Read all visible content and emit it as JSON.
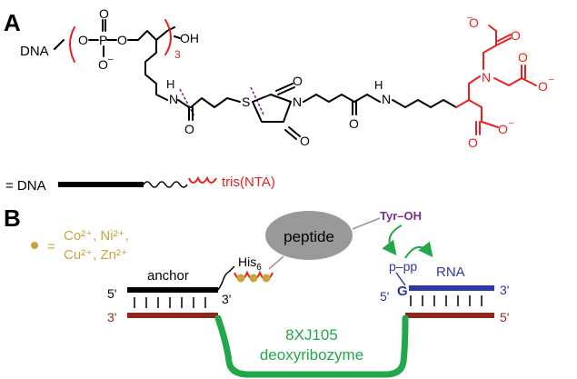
{
  "panel_a": {
    "label": "A",
    "dna": "DNA",
    "o": "O",
    "p": "P",
    "o_minus": "O",
    "minus": "–",
    "oh": "OH",
    "subscript_3": "3",
    "h": "H",
    "n": "N",
    "s": "S",
    "legend_equals_dna": "= DNA",
    "tris_nta": "tris(NTA)"
  },
  "panel_b": {
    "label": "B",
    "metal_legend": {
      "equals": "=",
      "line1": "Co²⁺, Ni²⁺,",
      "line2": "Cu²⁺, Zn²⁺"
    },
    "his_tag": "His",
    "his_subscript": "6",
    "peptide": "peptide",
    "tyr_oh": "Tyr–OH",
    "anchor": "anchor",
    "five_prime": "5'",
    "three_prime": "3'",
    "rna_five_prime": "5'",
    "g_base": "G",
    "p_pp": "p–pp",
    "rna": "RNA",
    "rna_three_prime": "3'",
    "bottom_three_prime": "3'",
    "bottom_five_prime": "5'",
    "enzyme_name": "8XJ105",
    "enzyme_type": "deoxyribozyme"
  },
  "colors": {
    "red": "#e8201e",
    "gold": "#c9a43a",
    "purple": "#7a2e8e",
    "green": "#22a84a",
    "blue": "#2e3a9e",
    "brown": "#8b2a1c",
    "peptide_gray": "#999999"
  }
}
